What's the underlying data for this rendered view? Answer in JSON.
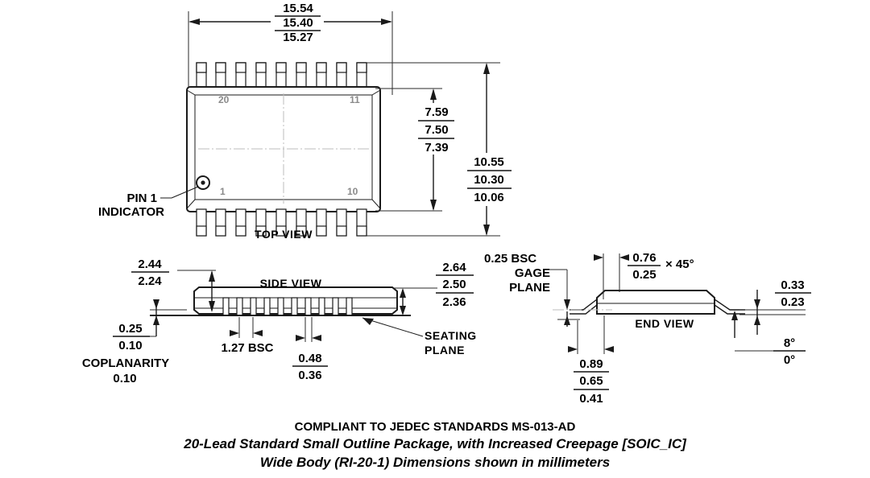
{
  "document": {
    "type": "package-outline-drawing",
    "units": "millimeters"
  },
  "views": {
    "top": {
      "label": "TOP VIEW"
    },
    "side": {
      "label": "SIDE VIEW"
    },
    "end": {
      "label": "END VIEW"
    }
  },
  "pin_indicator": {
    "line1": "PIN 1",
    "line2": "INDICATOR"
  },
  "pin_numbers": {
    "top_left": "20",
    "top_right": "11",
    "bottom_left": "1",
    "bottom_right": "10"
  },
  "dimensions": {
    "body_length": {
      "max": "15.54",
      "nom": "15.40",
      "min": "15.27"
    },
    "body_width": {
      "max": "7.59",
      "nom": "7.50",
      "min": "7.39"
    },
    "overall_width": {
      "max": "10.55",
      "nom": "10.30",
      "min": "10.06"
    },
    "overall_height": {
      "max": "2.44",
      "min": "2.24"
    },
    "standoff": {
      "max": "0.25",
      "min": "0.10"
    },
    "coplanarity_label": "COPLANARITY",
    "coplanarity_value": "0.10",
    "lead_pitch": "1.27 BSC",
    "lead_width": {
      "max": "0.48",
      "min": "0.36"
    },
    "body_height": {
      "max": "2.64",
      "nom": "2.50",
      "min": "2.36"
    },
    "seating_plane": {
      "line1": "SEATING",
      "line2": "PLANE"
    },
    "gage_plane": {
      "line1": "0.25 BSC",
      "line2": "GAGE",
      "line3": "PLANE"
    },
    "chamfer": {
      "max": "0.76",
      "min": "0.25",
      "angle_suffix": "× 45°"
    },
    "lead_length": {
      "max": "0.89",
      "nom": "0.65",
      "min": "0.41"
    },
    "lead_thickness": {
      "max": "0.33",
      "min": "0.23"
    },
    "lead_angle": {
      "max": "8°",
      "min": "0°"
    }
  },
  "caption": {
    "line1": "COMPLIANT TO JEDEC STANDARDS MS-013-AD",
    "line2": "20-Lead Standard Small Outline Package, with Increased Creepage [SOIC_IC]",
    "line3": "Wide Body   (RI-20-1)  Dimensions shown in millimeters"
  },
  "colors": {
    "line": "#1a1a1a",
    "view_label": "#a8a8a8",
    "pin_number": "#8a8a8a",
    "centerline": "#bdbdbd",
    "background": "#ffffff"
  }
}
